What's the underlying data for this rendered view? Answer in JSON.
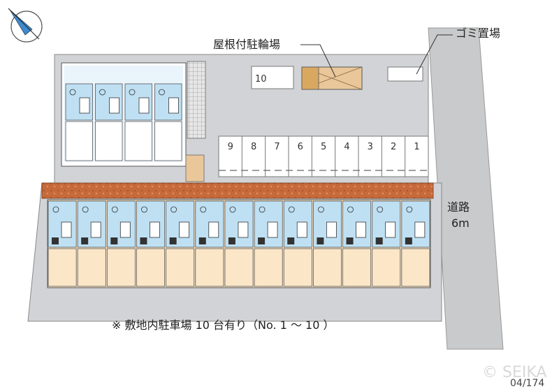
{
  "labels": {
    "roofed_bicycle_parking": "屋根付駐輪場",
    "garbage_area": "ゴミ置場",
    "road_name": "道路",
    "road_width": "6m",
    "parking_note": "※ 敷地内駐車場 10 台有り（No. 1 〜 10 ）",
    "watermark": "© SEIKA",
    "property_code": "04/174"
  },
  "parking": {
    "row_numbers": [
      "9",
      "8",
      "7",
      "6",
      "5",
      "4",
      "3",
      "2",
      "1"
    ],
    "top_space_number": "10"
  },
  "units": {
    "upper_building_units": 4,
    "lower_building_units": 13
  },
  "colors": {
    "lot": "#d2d3d6",
    "road": "#c9cacc",
    "room_floor": "#fbe6c7",
    "room_blue": "#bfe0f3",
    "brick": "#c66a3a",
    "bike_shed": "#e9c79a"
  }
}
